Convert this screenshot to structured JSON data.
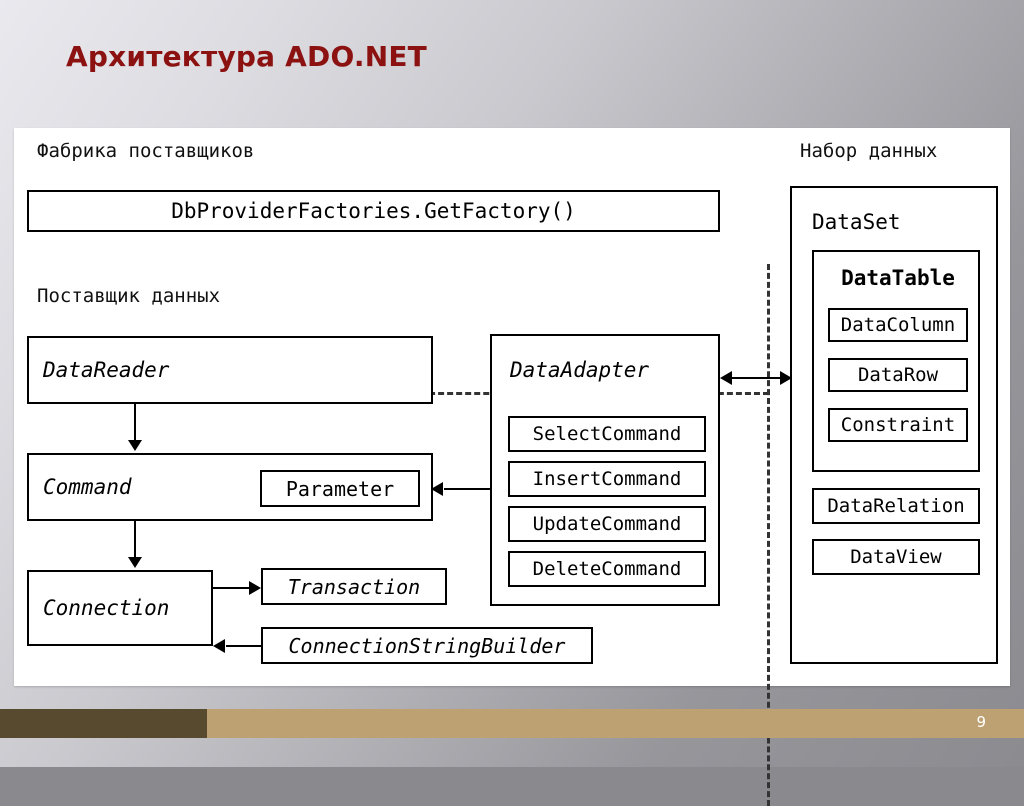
{
  "slide": {
    "title": "Архитектура ADO.NET",
    "page_number": "9",
    "title_color": "#8c1111",
    "footer_dark_color": "#574a2e",
    "footer_accent_color": "#bda172"
  },
  "diagram": {
    "type": "architecture-block-diagram",
    "sections": {
      "provider_factory": {
        "label": "Фабрика поставщиков",
        "box": "DbProviderFactories.GetFactory()"
      },
      "data_provider": {
        "label": "Поставщик данных",
        "boxes": [
          {
            "label": "DataReader",
            "style": "italic"
          },
          {
            "label": "Command",
            "style": "italic"
          },
          {
            "label": "Parameter",
            "style": "regular"
          },
          {
            "label": "Connection",
            "style": "italic"
          },
          {
            "label": "Transaction",
            "style": "italic"
          },
          {
            "label": "ConnectionStringBuilder",
            "style": "italic"
          }
        ],
        "adapter": {
          "label": "DataAdapter",
          "style": "italic",
          "commands": [
            "SelectCommand",
            "InsertCommand",
            "UpdateCommand",
            "DeleteCommand"
          ]
        }
      },
      "data_set": {
        "label": "Набор данных",
        "dataset": {
          "label": "DataSet",
          "table": {
            "label": "DataTable",
            "style": "bold",
            "members": [
              "DataColumn",
              "DataRow",
              "Constraint"
            ]
          },
          "members": [
            "DataRelation",
            "DataView"
          ]
        }
      }
    },
    "connections": [
      {
        "from": "DataReader",
        "to": "Command",
        "kind": "arrow-down"
      },
      {
        "from": "Command",
        "to": "Connection",
        "kind": "arrow-down"
      },
      {
        "from": "Connection",
        "to": "Transaction",
        "kind": "arrow-right"
      },
      {
        "from": "ConnectionStringBuilder",
        "to": "Connection",
        "kind": "arrow-left"
      },
      {
        "from": "DataAdapter",
        "to": "Command",
        "kind": "arrow-left"
      },
      {
        "from": "DataAdapter",
        "to": "DataSet",
        "kind": "arrow-both"
      }
    ]
  }
}
